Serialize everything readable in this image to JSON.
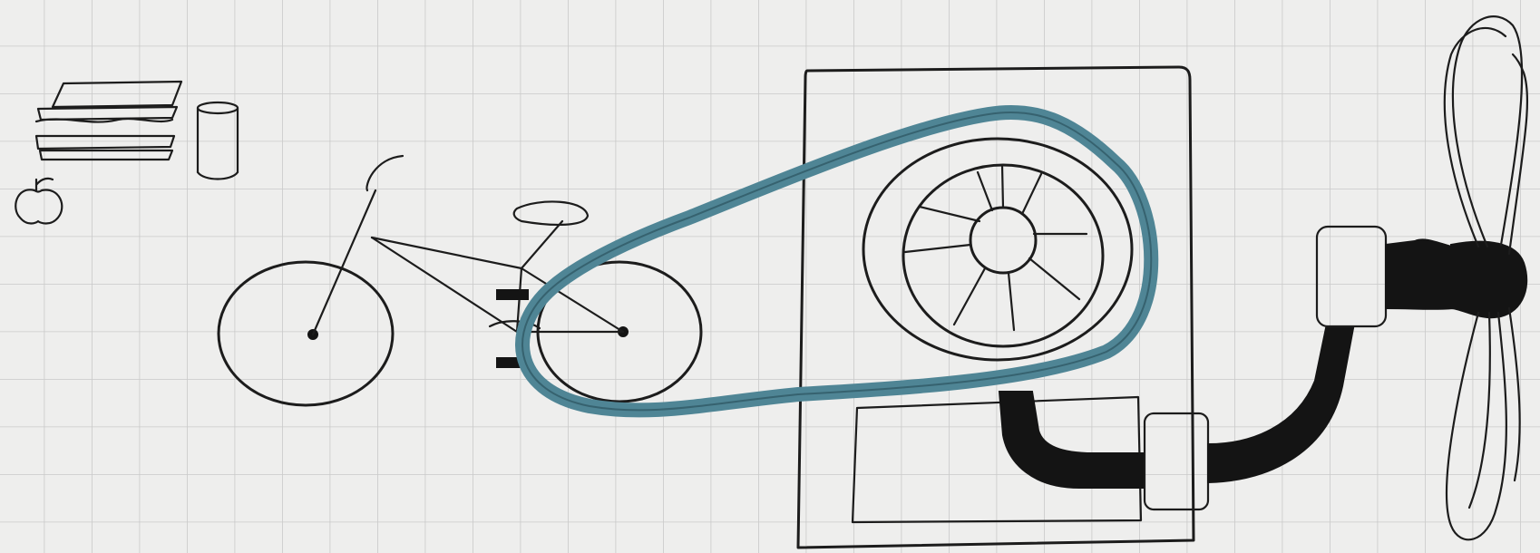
{
  "diagram": {
    "kind": "hand-drawn sketch on grid paper",
    "components": [
      {
        "name": "food",
        "icons": [
          "sandwich-icon",
          "apple-icon",
          "drink-can-icon"
        ]
      },
      {
        "name": "bicycle",
        "icons": [
          "bicycle-icon"
        ]
      },
      {
        "name": "belt",
        "color": "#4f8595"
      },
      {
        "name": "generator",
        "icons": [
          "generator-wheel-icon"
        ]
      },
      {
        "name": "hose",
        "color": "#141414"
      },
      {
        "name": "fan",
        "icons": [
          "fan-icon"
        ]
      }
    ],
    "colors": {
      "paper": "#eeeeed",
      "grid": "#c9c9c9",
      "ink": "#1c1c1c",
      "belt": "#4f8595"
    }
  }
}
